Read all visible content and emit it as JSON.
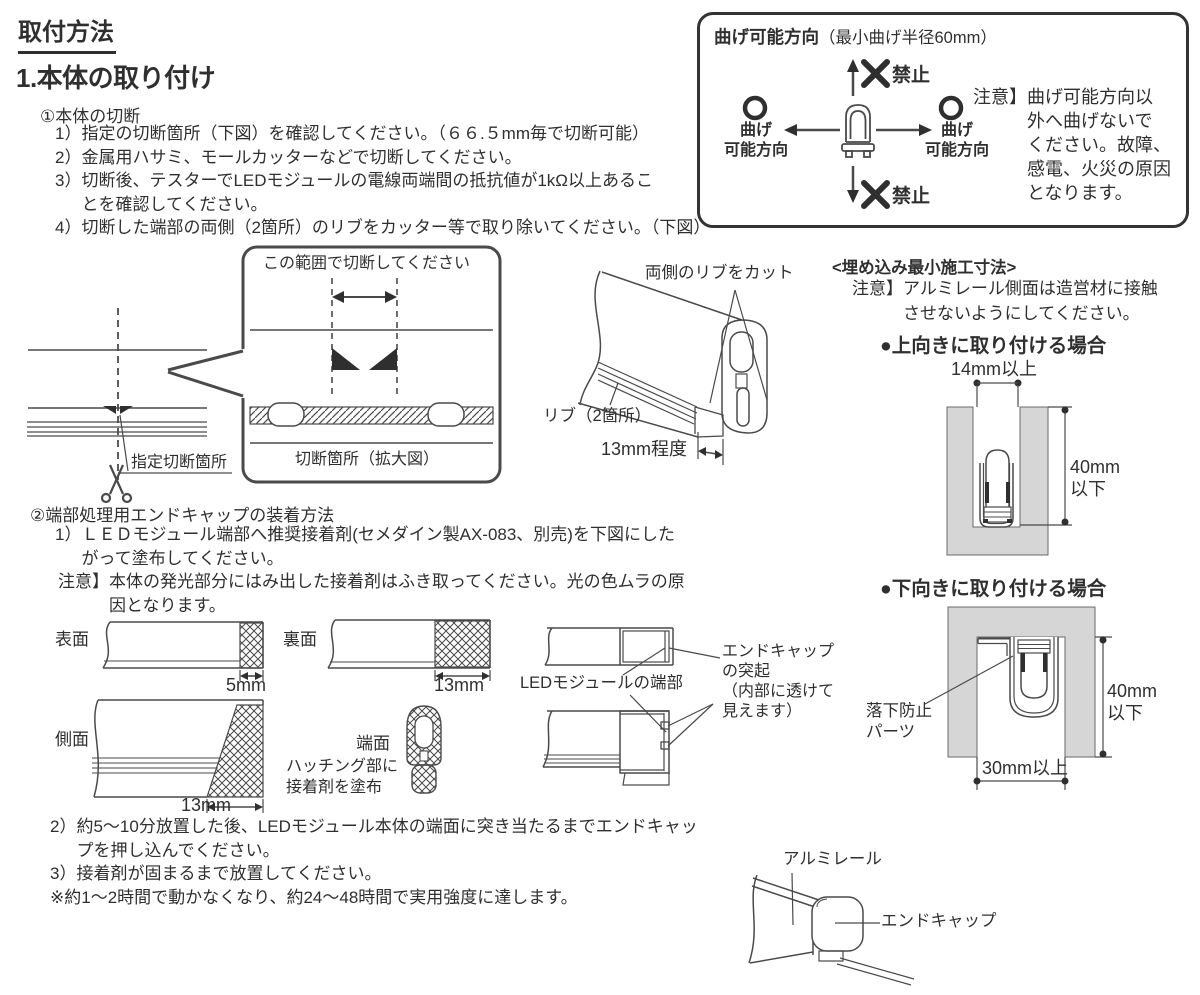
{
  "page": {
    "title": "取付方法",
    "heading": "1.本体の取り付け"
  },
  "cutting": {
    "label": "①本体の切断",
    "steps": [
      {
        "num": "1）",
        "text": "指定の切断箇所（下図）を確認してください。（６６.５mm毎で切断可能）"
      },
      {
        "num": "2）",
        "text": "金属用ハサミ、モールカッターなどで切断してください。"
      },
      {
        "num": "3）",
        "text": "切断後、テスターでLEDモジュールの電線両端間の抵抗値が1kΩ以上あるこ\nとを確認してください。"
      },
      {
        "num": "4）",
        "text": "切断した端部の両側（2箇所）のリブをカッター等で取り除いてください。（下図）"
      }
    ]
  },
  "bend_box": {
    "title": "曲げ可能方向",
    "title_note": "（最小曲げ半径60mm）",
    "prohibited": "禁止",
    "allowed": "曲げ\n可能方向",
    "note_label": "注意】",
    "note_body": "曲げ可能方向以\n外へ曲げないで\nください。故障、\n感電、火災の原因\nとなります。"
  },
  "cut_diagram": {
    "designated_cut": "指定切断箇所",
    "callout_title": "この範囲で切断してください",
    "callout_caption": "切断箇所（拡大図）"
  },
  "rib_diagram": {
    "cut_both": "両側のリブをカット",
    "ribs": "リブ（2箇所）",
    "dim": "13mm程度"
  },
  "embed": {
    "heading": "<埋め込み最小施工寸法>",
    "note_label": "注意】",
    "note_body": "アルミレール側面は造営材に接触\nさせないようにしてください。",
    "upward": {
      "heading": "●上向きに取り付ける場合",
      "width_dim": "14mm以上",
      "height_dim": "40mm\n以下"
    },
    "downward": {
      "heading": "●下向きに取り付ける場合",
      "height_dim": "40mm\n以下",
      "width_dim": "30mm以上",
      "fall_prevention": "落下防止\nパーツ"
    }
  },
  "endcap": {
    "label": "②端部処理用エンドキャップの装着方法",
    "step1": {
      "num": "1）",
      "text": "ＬＥＤモジュール端部へ推奨接着剤(セメダイン製AX-083、別売)を下図にした\nがって塗布してください。"
    },
    "note_label": "注意】",
    "note_body": "本体の発光部分にはみ出した接着剤はふき取ってください。光の色ムラの原\n因となります。",
    "faces": {
      "front": "表面",
      "front_dim": "5mm",
      "back": "裏面",
      "back_dim": "13mm",
      "side": "側面",
      "side_dim": "13mm",
      "end": "端面",
      "hatch_note": "ハッチング部に\n接着剤を塗布"
    },
    "module_end": "LEDモジュールの端部",
    "protrusion": "エンドキャップ\nの突起\n（内部に透けて\n見えます）",
    "steps_after": [
      {
        "num": "2）",
        "text": "約5～10分放置した後、LEDモジュール本体の端面に突き当たるまでエンドキャッ\nプを押し込んでください。"
      },
      {
        "num": "3）",
        "text": "接着剤が固まるまで放置してください。"
      },
      {
        "num": "※",
        "text": "約1～2時間で動かなくなり、約24～48時間で実用強度に達します。"
      }
    ]
  },
  "rail_figure": {
    "rail": "アルミレール",
    "endcap": "エンドキャップ"
  },
  "colors": {
    "ink": "#2f2f2f",
    "line": "#4a4a4a",
    "gray": "#d6d6d6"
  }
}
